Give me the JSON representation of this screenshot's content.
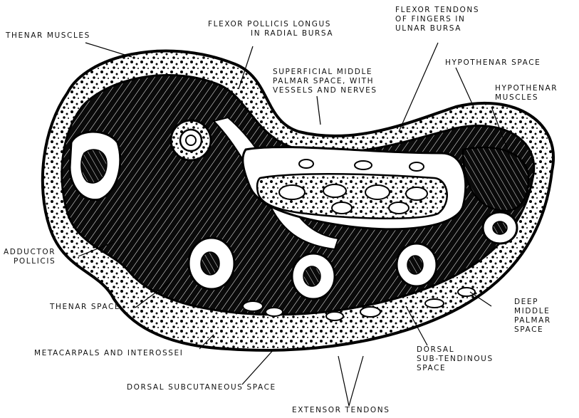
{
  "labels": {
    "thenar_muscles": "THENAR MUSCLES",
    "flexor_pollicis": [
      "FLEXOR POLLICIS LONGUS",
      "IN RADIAL BURSA"
    ],
    "flexor_tendons": [
      "FLEXOR TENDONS",
      "OF FINGERS IN",
      "ULNAR BURSA"
    ],
    "hypothenar_space": "HYPOTHENAR SPACE",
    "hypothenar_muscles": [
      "HYPOTHENAR",
      "MUSCLES"
    ],
    "superficial_middle": [
      "SUPERFICIAL MIDDLE",
      "PALMAR SPACE, WITH",
      "VESSELS AND NERVES"
    ],
    "adductor_pollicis": [
      "ADDUCTOR",
      "POLLICIS"
    ],
    "thenar_space": "THENAR SPACE",
    "deep_middle": [
      "DEEP",
      "MIDDLE",
      "PALMAR",
      "SPACE"
    ],
    "metacarpals": "METACARPALS AND INTEROSSEI",
    "dorsal_subtendinous": [
      "DORSAL",
      "SUB-TENDINOUS",
      "SPACE"
    ],
    "dorsal_subcutaneous": "DORSAL SUBCUTANEOUS SPACE",
    "extensor_tendons": "EXTENSOR TENDONS"
  }
}
